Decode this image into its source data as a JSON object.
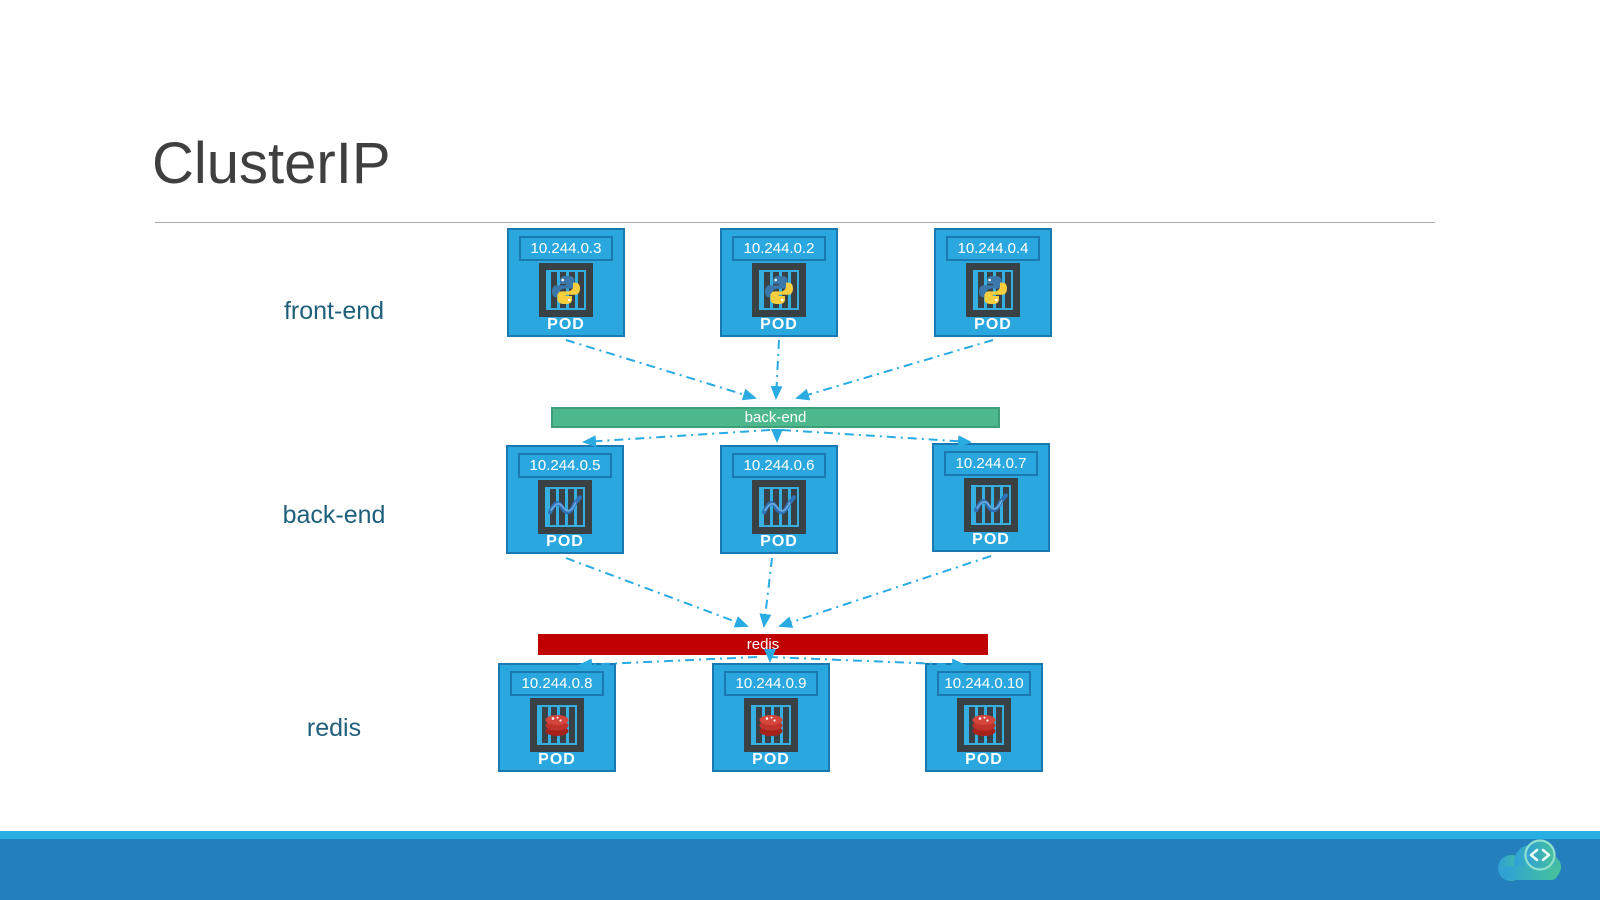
{
  "slide": {
    "title": "ClusterIP"
  },
  "rows": {
    "frontend": {
      "label": "front-end",
      "app_icon": "python-icon",
      "pods": [
        {
          "ip": "10.244.0.3"
        },
        {
          "ip": "10.244.0.2"
        },
        {
          "ip": "10.244.0.4"
        }
      ]
    },
    "backend": {
      "label": "back-end",
      "app_icon": "dotnet-wave-icon",
      "pods": [
        {
          "ip": "10.244.0.5"
        },
        {
          "ip": "10.244.0.6"
        },
        {
          "ip": "10.244.0.7"
        }
      ]
    },
    "redis": {
      "label": "redis",
      "app_icon": "redis-icon",
      "pods": [
        {
          "ip": "10.244.0.8"
        },
        {
          "ip": "10.244.0.9"
        },
        {
          "ip": "10.244.0.10"
        }
      ]
    }
  },
  "services": {
    "backend": {
      "label": "back-end",
      "color": "#4db88c",
      "border_color": "#3e9f79"
    },
    "redis": {
      "label": "redis",
      "color": "#c00000"
    }
  },
  "pod_caption": "POD",
  "icons": {
    "container": "container-bars-icon",
    "footer_logo": "cloud-code-logo-icon"
  },
  "colors": {
    "pod_fill": "#29a7de",
    "pod_border": "#1b79b2",
    "arrow": "#29abe2",
    "row_label": "#1e5f7b",
    "title": "#3f3f3f",
    "footer_stripe": "#27aee3",
    "footer_bar": "#2480bd"
  }
}
